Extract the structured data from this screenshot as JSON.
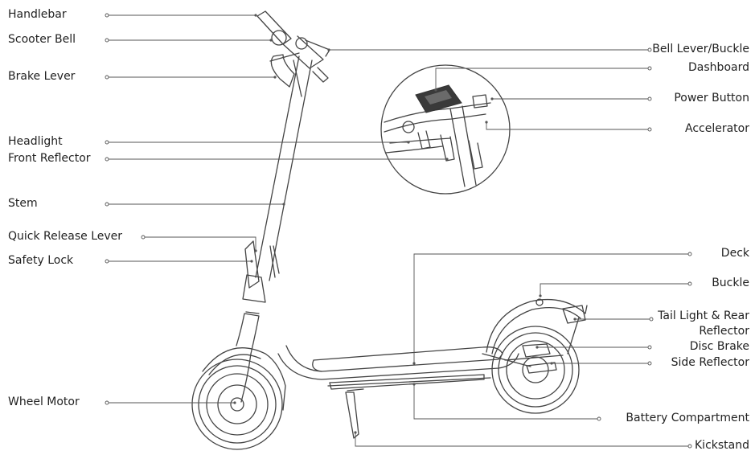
{
  "labels": {
    "handlebar": "Handlebar",
    "scooter_bell": "Scooter Bell",
    "brake_lever": "Brake Lever",
    "headlight": "Headlight",
    "front_reflector": "Front Reflector",
    "stem": "Stem",
    "quick_release_lever": "Quick Release Lever",
    "safety_lock": "Safety Lock",
    "wheel_motor": "Wheel Motor",
    "bell_lever_buckle": "Bell Lever/Buckle",
    "dashboard": "Dashboard",
    "power_button": "Power Button",
    "accelerator": "Accelerator",
    "deck": "Deck",
    "buckle": "Buckle",
    "tail_light_line1": "Tail Light & Rear",
    "tail_light_line2": "Reflector",
    "disc_brake": "Disc Brake",
    "side_reflector": "Side Reflector",
    "battery_compartment": "Battery Compartment",
    "kickstand": "Kickstand"
  },
  "colors": {
    "line": "#555555",
    "text": "#222222",
    "dashboard_fill": "#3a3a3a"
  }
}
